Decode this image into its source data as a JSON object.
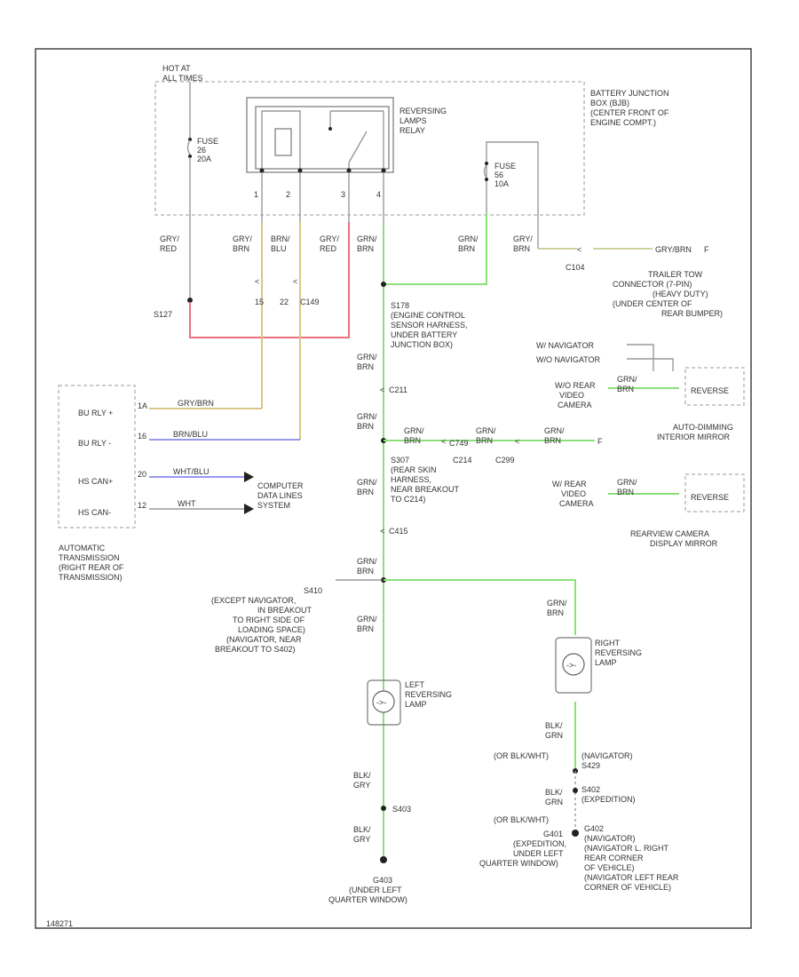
{
  "colors": {
    "green": "#8be07a",
    "red": "#e8717a",
    "tan": "#d9c58a",
    "blue": "#7777e6",
    "olive": "#c9c990"
  },
  "labels": {
    "hot_at_all_times": [
      "HOT AT",
      "ALL TIMES"
    ],
    "fuse_left": [
      "FUSE",
      "26",
      "20A"
    ],
    "relay_title": [
      "REVERSING",
      "LAMPS",
      "RELAY"
    ],
    "relay_pins": [
      "1",
      "2",
      "3",
      "4"
    ],
    "bjb": [
      "BATTERY JUNCTION",
      "BOX (BJB)",
      "(CENTER FRONT OF",
      "ENGINE COMPT.)"
    ],
    "fuse_right": [
      "FUSE",
      "56",
      "10A"
    ],
    "w_gryred_1": [
      "GRY/",
      "RED"
    ],
    "w_grybrn": [
      "GRY/",
      "BRN"
    ],
    "w_brnblu": [
      "BRN/",
      "BLU"
    ],
    "w_gryred_2": [
      "GRY/",
      "RED"
    ],
    "w_grnbrn_main": [
      "GRN/",
      "BRN"
    ],
    "w_grnbrn_f56": [
      "GRN/",
      "BRN"
    ],
    "w_grybrn_right": [
      "GRY/",
      "BRN"
    ],
    "c104_label": "C104",
    "grybrn_trailer": "GRY/BRN",
    "trailer_connector": [
      "TRAILER TOW",
      "CONNECTOR (7-PIN)",
      "(HEAVY DUTY)",
      "(UNDER CENTER OF",
      "REAR BUMPER)"
    ],
    "s127": "S127",
    "pin_15": "15",
    "pin_22": "22",
    "c149": "C149",
    "s178": [
      "S178",
      "(ENGINE CONTROL",
      "SENSOR HARNESS,",
      "UNDER BATTERY",
      "JUNCTION BOX)"
    ],
    "c211": "C211",
    "navigator_note": [
      "W/ NAVIGATOR",
      "W/O NAVIGATOR"
    ],
    "w_rear_video": [
      "W/O REAR",
      "VIDEO",
      "CAMERA"
    ],
    "reverse_label": "REVERSE",
    "auto_dimming": [
      "AUTO-DIMMING",
      "INTERIOR MIRROR"
    ],
    "tcm_pins": [
      "BU RLY +",
      "BU RLY -",
      "HS CAN+",
      "HS CAN-"
    ],
    "tcm_pin_nums": [
      "1A",
      "16",
      "20",
      "12"
    ],
    "tcm_wires": [
      "GRY/BRN",
      "BRN/BLU",
      "WHT/BLU",
      "WHT"
    ],
    "tcm_name": [
      "AUTOMATIC",
      "TRANSMISSION",
      "(RIGHT REAR OF",
      "TRANSMISSION)"
    ],
    "computer_data": [
      "COMPUTER",
      "DATA LINES",
      "SYSTEM"
    ],
    "w_grnbrn_s307a": [
      "GRN/",
      "BRN"
    ],
    "w_grnbrn_s307b": [
      "GRN/",
      "BRN"
    ],
    "c_row": [
      "C749",
      "C214",
      "C299"
    ],
    "s307": [
      "S307",
      "(REAR SKIN",
      "HARNESS,",
      "NEAR BREAKOUT",
      "TO C214)"
    ],
    "w_rear_video_cam": [
      "W/ REAR",
      "VIDEO",
      "CAMERA"
    ],
    "rearview_mirror": [
      "REARVIEW CAMERA",
      "DISPLAY MIRROR"
    ],
    "c415": "C415",
    "s410": [
      "S410",
      "(EXCEPT NAVIGATOR,",
      "IN BREAKOUT",
      "TO RIGHT SIDE OF",
      "LOADING SPACE)",
      "(NAVIGATOR, NEAR",
      "BREAKOUT TO S402)"
    ],
    "left_lamp": [
      "LEFT",
      "REVERSING",
      "LAMP"
    ],
    "right_lamp": [
      "RIGHT",
      "REVERSING",
      "LAMP"
    ],
    "w_blkgry_1": [
      "BLK/",
      "GRY"
    ],
    "w_blkgry_2": [
      "BLK/",
      "GRY"
    ],
    "s403": "S403",
    "g403": [
      "G403",
      "(UNDER LEFT",
      "QUARTER WINDOW)"
    ],
    "w_blkgrn_1": [
      "BLK/",
      "GRN"
    ],
    "or_blkwht_1": "(OR BLK/WHT)",
    "navigator_s429": [
      "(NAVIGATOR)",
      "S429"
    ],
    "s402": [
      "S402",
      "(EXPEDITION)"
    ],
    "w_blkgrn_2": [
      "BLK/",
      "GRN"
    ],
    "or_blkwht_2": "(OR BLK/WHT)",
    "g401": [
      "G401",
      "(EXPEDITION,",
      "UNDER LEFT",
      "QUARTER WINDOW)"
    ],
    "g402": [
      "G402",
      "(NAVIGATOR)",
      "(NAVIGATOR L. RIGHT",
      "REAR CORNER",
      "OF VEHICLE)",
      "(NAVIGATOR LEFT REAR",
      "CORNER OF VEHICLE)"
    ],
    "footer_code": "148271"
  }
}
